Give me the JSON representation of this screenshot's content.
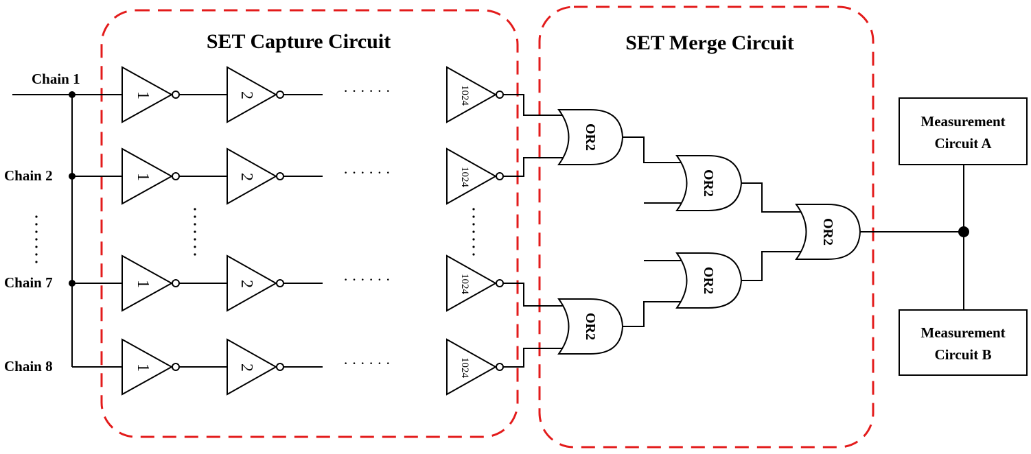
{
  "regions": {
    "capture_title": "SET Capture Circuit",
    "merge_title": "SET Merge Circuit"
  },
  "chains": [
    {
      "label": "Chain 1",
      "stages": [
        "1",
        "2",
        "1024"
      ]
    },
    {
      "label": "Chain 2",
      "stages": [
        "1",
        "2",
        "1024"
      ]
    },
    {
      "label": "Chain 7",
      "stages": [
        "1",
        "2",
        "1024"
      ]
    },
    {
      "label": "Chain 8",
      "stages": [
        "1",
        "2",
        "1024"
      ]
    }
  ],
  "ellipsis_h": "······",
  "or_gates": [
    "OR2",
    "OR2",
    "OR2",
    "OR2",
    "OR2"
  ],
  "measurement": {
    "a_line1": "Measurement",
    "a_line2": "Circuit A",
    "b_line1": "Measurement",
    "b_line2": "Circuit B"
  },
  "colors": {
    "region_border": "#e31b1b",
    "line": "#000000"
  }
}
